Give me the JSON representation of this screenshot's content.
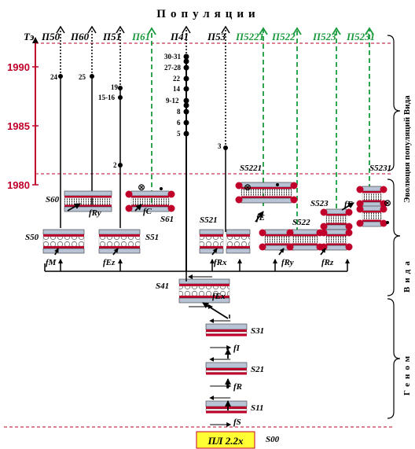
{
  "title": "Популяции",
  "axis": {
    "label": "Tэ",
    "ticks": [
      "1990",
      "1985",
      "1980"
    ]
  },
  "populations": [
    {
      "label": "П50",
      "color": "#000000"
    },
    {
      "label": "П60",
      "color": "#000000"
    },
    {
      "label": "П51",
      "color": "#000000"
    },
    {
      "label": "П61",
      "color": "#1a9a3c"
    },
    {
      "label": "П41",
      "color": "#000000"
    },
    {
      "label": "П53",
      "color": "#000000"
    },
    {
      "label": "П5221",
      "color": "#1a9a3c"
    },
    {
      "label": "П522",
      "color": "#1a9a3c"
    },
    {
      "label": "П523",
      "color": "#1a9a3c"
    },
    {
      "label": "П5231",
      "color": "#1a9a3c"
    }
  ],
  "side_labels": {
    "evolution": "Эволюция популяций Вида",
    "species": "Вида",
    "genome": "Геном"
  },
  "line_points": {
    "p50": [
      "24"
    ],
    "p60": [
      "25"
    ],
    "p51": [
      "19",
      "15-16",
      "2"
    ],
    "p41": [
      "30-31",
      "27-28",
      "22",
      "14",
      "9-12",
      "8",
      "6",
      "5"
    ],
    "p53": [
      "3"
    ]
  },
  "states": [
    "S60",
    "S50",
    "S61",
    "S51",
    "S41",
    "S31",
    "S21",
    "S11",
    "S00",
    "S521",
    "S5221",
    "S522",
    "S523",
    "S5231"
  ],
  "factors": [
    "fRy",
    "fC",
    "fM",
    "fEz",
    "fEx",
    "fI",
    "fR",
    "fS",
    "fRx",
    "fE",
    "fRy",
    "fRz",
    "fE"
  ],
  "base_label": "ПЛ 2.2х",
  "colors": {
    "green": "#1a9a3c",
    "red": "#c0002a",
    "yellow": "#ffff33"
  }
}
